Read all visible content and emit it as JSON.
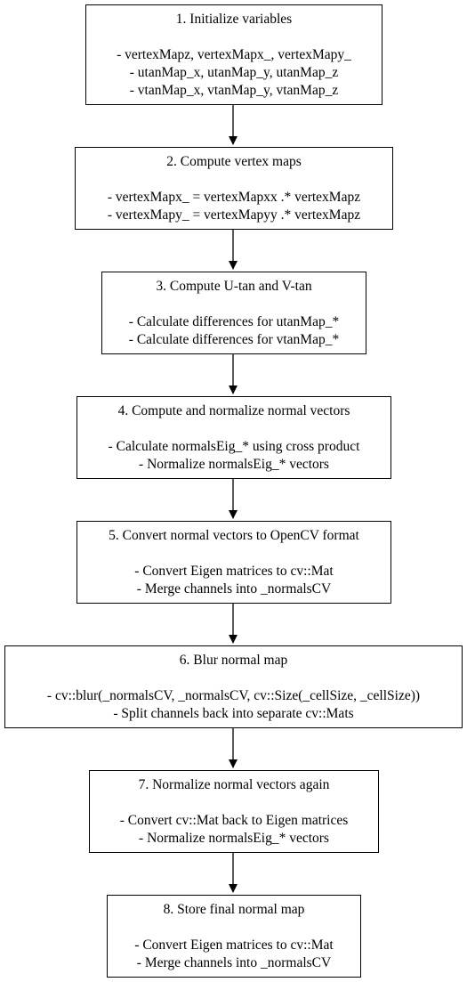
{
  "flowchart": {
    "steps": [
      {
        "title": "1. Initialize variables",
        "lines": [
          "- vertexMapz, vertexMapx_, vertexMapy_",
          "- utanMap_x, utanMap_y, utanMap_z",
          "- vtanMap_x, vtanMap_y, vtanMap_z"
        ]
      },
      {
        "title": "2. Compute vertex maps",
        "lines": [
          "- vertexMapx_ = vertexMapxx .* vertexMapz",
          "- vertexMapy_ = vertexMapyy .* vertexMapz"
        ]
      },
      {
        "title": "3. Compute U-tan and V-tan",
        "lines": [
          "- Calculate differences for utanMap_*",
          "- Calculate differences for vtanMap_*"
        ]
      },
      {
        "title": "4. Compute and normalize normal vectors",
        "lines": [
          "- Calculate normalsEig_* using cross product",
          "- Normalize normalsEig_* vectors"
        ]
      },
      {
        "title": "5. Convert normal vectors to OpenCV format",
        "lines": [
          "- Convert Eigen matrices to cv::Mat",
          "- Merge channels into _normalsCV"
        ]
      },
      {
        "title": "6. Blur normal map",
        "lines": [
          "- cv::blur(_normalsCV, _normalsCV, cv::Size(_cellSize, _cellSize))",
          "- Split channels back into separate cv::Mats"
        ]
      },
      {
        "title": "7. Normalize normal vectors again",
        "lines": [
          "- Convert cv::Mat back to Eigen matrices",
          "- Normalize normalsEig_* vectors"
        ]
      },
      {
        "title": "8. Store final normal map",
        "lines": [
          "- Convert Eigen matrices to cv::Mat",
          "- Merge channels into _normalsCV"
        ]
      }
    ]
  }
}
